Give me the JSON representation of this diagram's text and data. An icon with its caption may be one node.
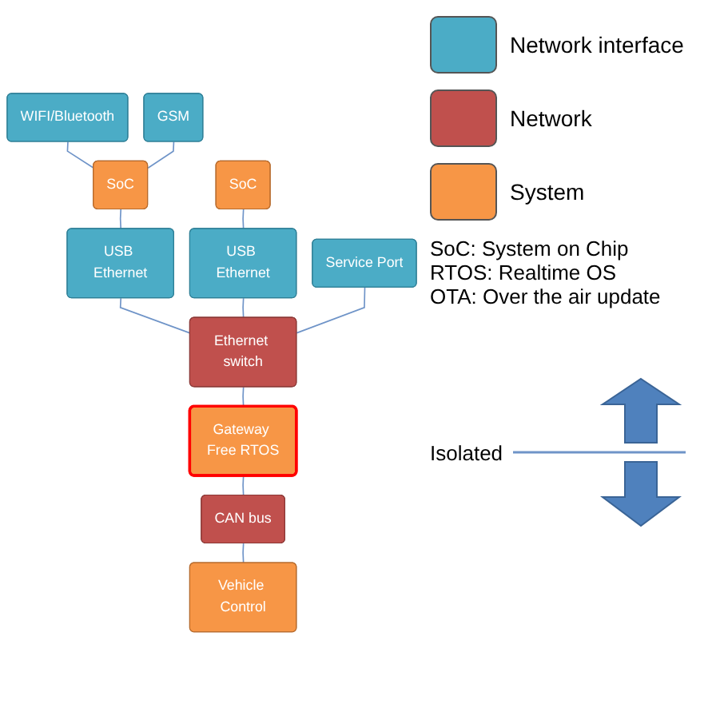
{
  "diagram": {
    "nodes": [
      {
        "text": [
          "WIFI/Bluetooth"
        ]
      },
      {
        "text": [
          "GSM"
        ]
      },
      {
        "text": [
          "SoC"
        ]
      },
      {
        "text": [
          "SoC"
        ]
      },
      {
        "text": [
          "USB Ethernet"
        ]
      },
      {
        "text": [
          "USB Ethernet"
        ]
      },
      {
        "text": [
          "Service Port"
        ]
      },
      {
        "text": [
          "Ethernet switch"
        ]
      },
      {
        "text": [
          "Gateway Free RTOS"
        ]
      },
      {
        "text": [
          "CAN bus"
        ]
      },
      {
        "text": [
          "Vehicle Control"
        ]
      }
    ],
    "edges": [
      {
        "from": 0,
        "to": 2,
        "arrow": "none"
      },
      {
        "from": 1,
        "to": 2,
        "arrow": "none"
      },
      {
        "from": 2,
        "to": 4,
        "arrow": "none"
      },
      {
        "from": 3,
        "to": 5,
        "arrow": "none"
      },
      {
        "from": 4,
        "to": 7,
        "arrow": "none"
      },
      {
        "from": 5,
        "to": 7,
        "arrow": "none"
      },
      {
        "from": 6,
        "to": 7,
        "arrow": "none"
      },
      {
        "from": 7,
        "to": 8,
        "arrow": "none"
      },
      {
        "from": 8,
        "to": 9,
        "arrow": "none"
      },
      {
        "from": 9,
        "to": 10,
        "arrow": "none"
      }
    ],
    "labels": [
      "SoC: System on Chip",
      "RTOS: Realtime OS",
      "OTA: Over the air update",
      "Isolated"
    ],
    "legend": [
      {
        "text": "Network interface",
        "color": "#4bacc6"
      },
      {
        "text": "Network",
        "color": "#c0504d"
      },
      {
        "text": "System",
        "color": "#f79646"
      }
    ]
  }
}
